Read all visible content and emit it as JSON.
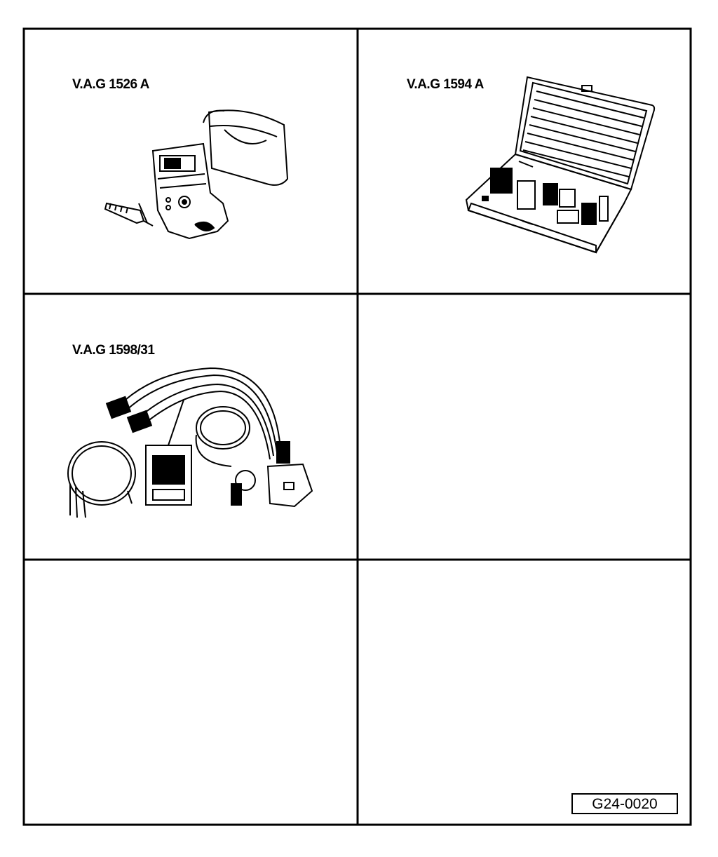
{
  "tools": [
    {
      "label": "V.A.G 1526 A",
      "icon": "multimeter-icon"
    },
    {
      "label": "V.A.G 1594 A",
      "icon": "adapter-case-icon"
    },
    {
      "label": "V.A.G 1598/31",
      "icon": "test-cable-set-icon"
    }
  ],
  "figure_code": "G24-0020"
}
